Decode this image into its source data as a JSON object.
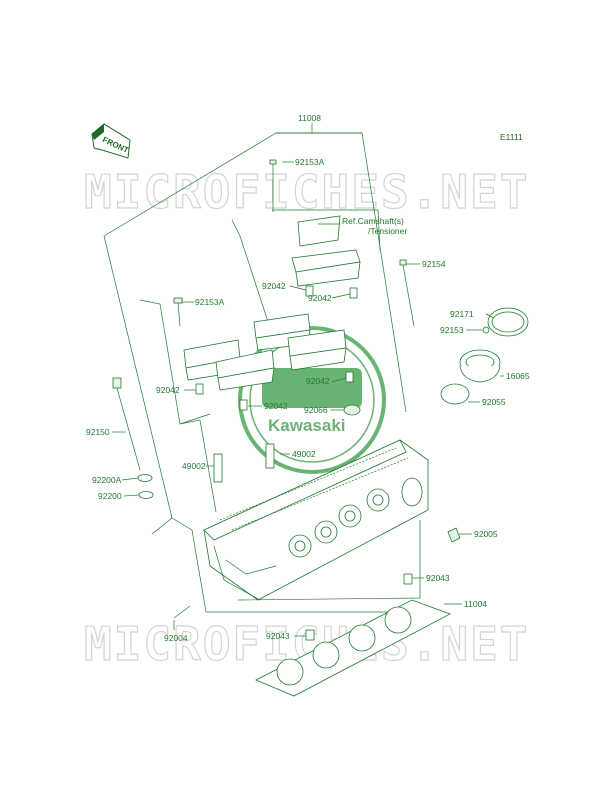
{
  "diagram_code": "E1111",
  "front_badge": "FRONT",
  "watermark_top": "MICROFICHES.NET",
  "watermark_bottom": "MICROFICHES.NET",
  "logo_text": "Kawasaki",
  "colors": {
    "line": "#1f7a2e",
    "watermark": "#cfd6cf",
    "logo": "#3f9e4c"
  },
  "labels": {
    "assembly_11008": "11008",
    "bolt_92153a_top": "92153A",
    "ref_line1": "Ref.Camshaft(s)",
    "ref_line2": "/Tensioner",
    "bolt_92154": "92154",
    "dowel_92042_a": "92042",
    "dowel_92042_b": "92042",
    "bolt_92153a_left": "92153A",
    "clamp_92171": "92171",
    "screw_92153": "92153",
    "holder_16065": "16065",
    "dowel_92042_c": "92042",
    "dowel_92042_d": "92042",
    "dowel_92042_e": "92042",
    "plug_92066": "92066",
    "oring_92055": "92055",
    "bolt_92150": "92150",
    "guide_49002_a": "49002",
    "guide_49002_b": "49002",
    "washer_92200a": "92200A",
    "washer_92200": "92200",
    "plug_92005": "92005",
    "dowel_92043_a": "92043",
    "gasket_11004": "11004",
    "stud_92004": "92004",
    "dowel_92043_b": "92043"
  }
}
